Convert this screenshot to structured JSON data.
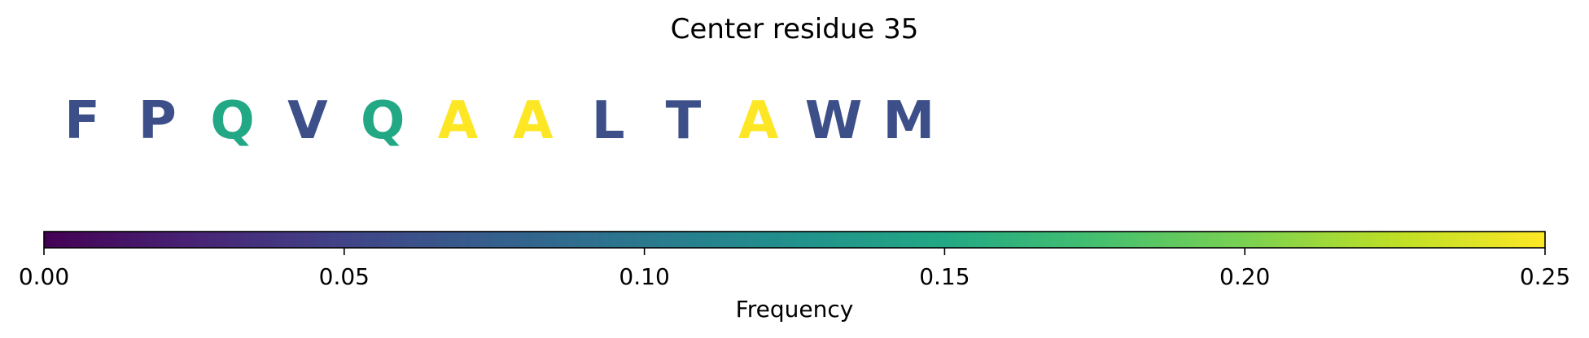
{
  "chart_data": {
    "type": "heatmap",
    "title": "Center residue 35",
    "residues": [
      {
        "letter": "F",
        "frequency": 0.06
      },
      {
        "letter": "P",
        "frequency": 0.06
      },
      {
        "letter": "Q",
        "frequency": 0.15
      },
      {
        "letter": "V",
        "frequency": 0.06
      },
      {
        "letter": "Q",
        "frequency": 0.15
      },
      {
        "letter": "A",
        "frequency": 0.25
      },
      {
        "letter": "A",
        "frequency": 0.25
      },
      {
        "letter": "L",
        "frequency": 0.06
      },
      {
        "letter": "T",
        "frequency": 0.06
      },
      {
        "letter": "A",
        "frequency": 0.25
      },
      {
        "letter": "W",
        "frequency": 0.06
      },
      {
        "letter": "M",
        "frequency": 0.06
      }
    ],
    "colorbar": {
      "label": "Frequency",
      "range": [
        0,
        0.25
      ],
      "colormap": "viridis",
      "ticks": [
        0.0,
        0.05,
        0.1,
        0.15,
        0.2,
        0.25
      ],
      "tick_labels": [
        "0.00",
        "0.05",
        "0.10",
        "0.15",
        "0.20",
        "0.25"
      ]
    }
  }
}
